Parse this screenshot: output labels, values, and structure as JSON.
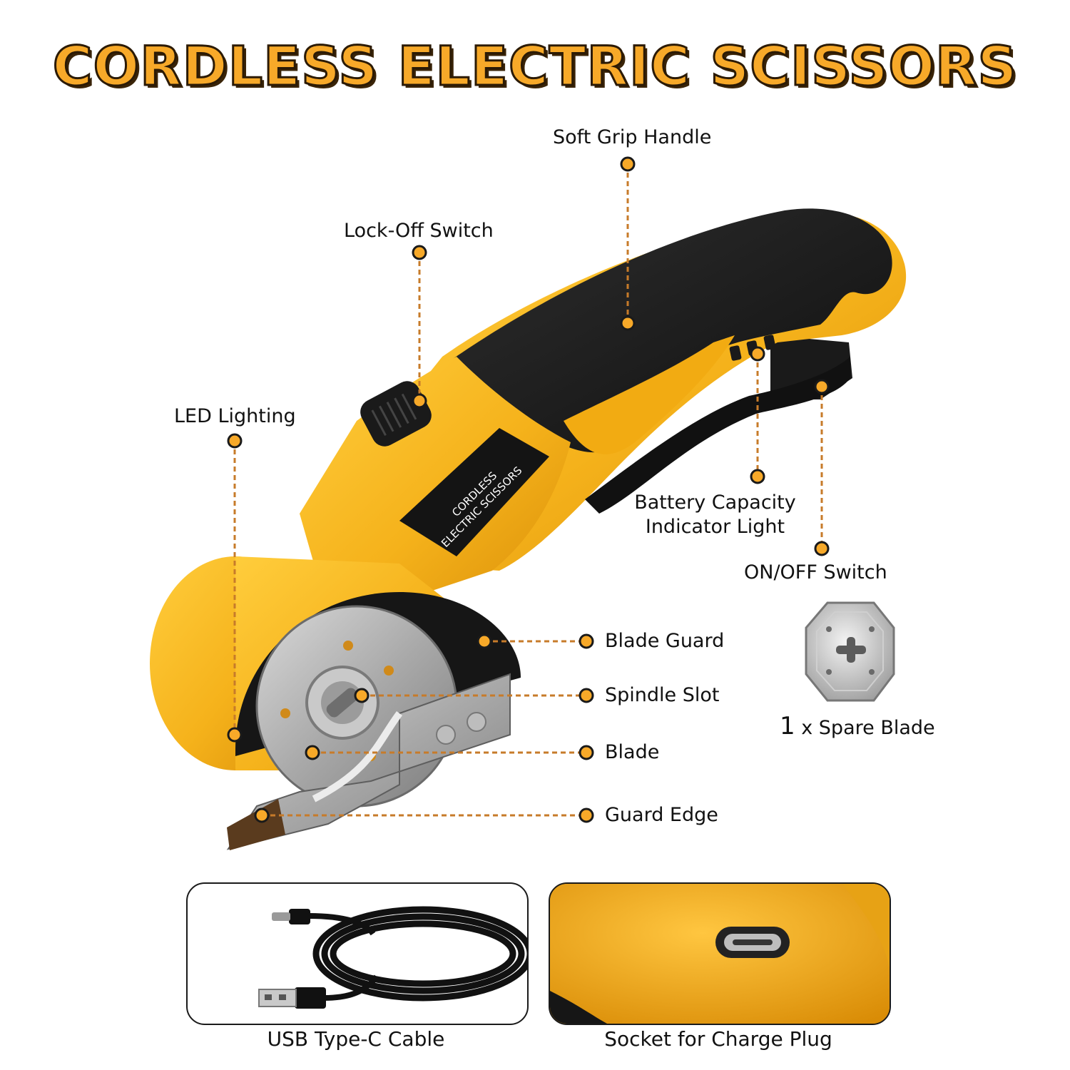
{
  "title": "CORDLESS ELECTRIC SCISSORS",
  "product_logo": [
    "CORDLESS",
    "ELECTRIC SCISSORS"
  ],
  "callouts": {
    "soft_grip_handle": "Soft Grip Handle",
    "lock_off_switch": "Lock-Off Switch",
    "led_lighting": "LED Lighting",
    "battery_capacity_line1": "Battery Capacity",
    "battery_capacity_line2": "Indicator Light",
    "on_off_switch": "ON/OFF Switch",
    "blade_guard": "Blade Guard",
    "spindle_slot": "Spindle Slot",
    "blade": "Blade",
    "guard_edge": "Guard Edge"
  },
  "spare_blade": {
    "qty": "1",
    "label": "x Spare Blade"
  },
  "accessories": {
    "cable_caption": "USB Type-C Cable",
    "socket_caption": "Socket for Charge Plug"
  },
  "colors": {
    "accent": "#f7a929",
    "body_yellow": "#f5b21b",
    "grip_black": "#1c1c1c",
    "dot_fill": "#f7a929",
    "line": "#c77b2a"
  }
}
